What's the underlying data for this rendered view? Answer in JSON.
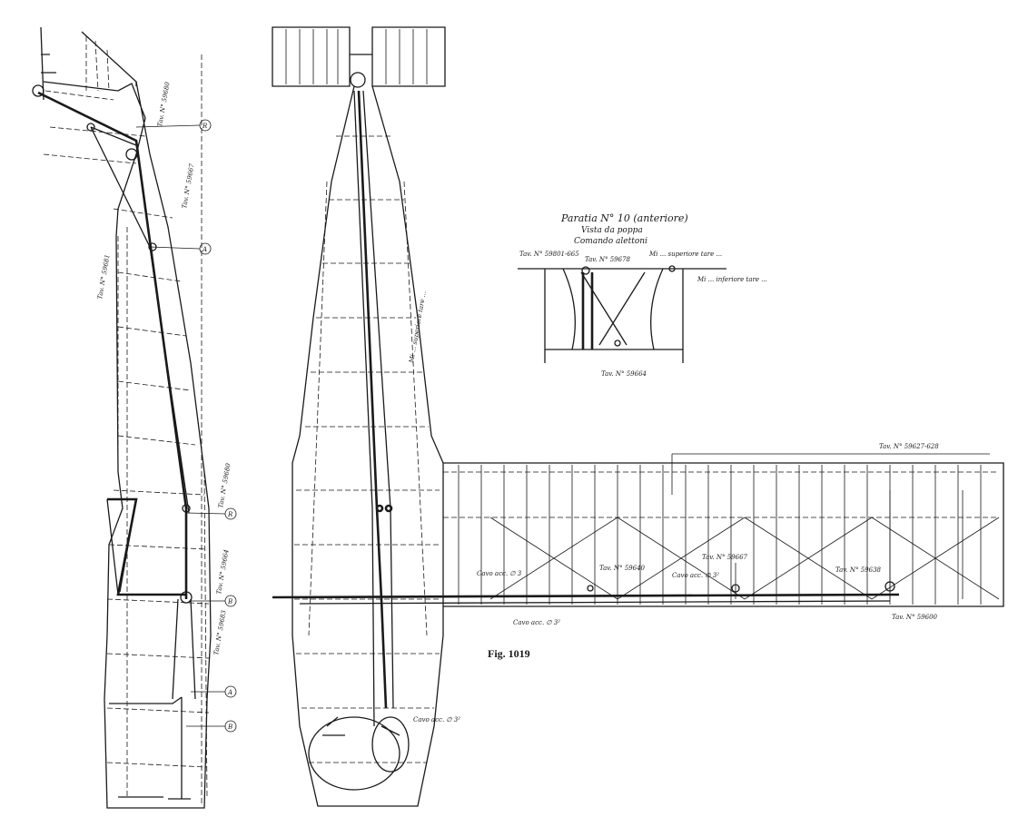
{
  "figure_label": "Fig. 1019",
  "detail": {
    "title": "Paratia N° 10 (anteriore)",
    "subtitle": "Vista da poppa",
    "subtitle2": "Comando alettoni",
    "callouts": [
      "Tav. N° 59801-665",
      "Tav. N° 59678",
      "Tav. N° 59664"
    ],
    "notes": [
      "Mi ... superiore tare ...",
      "Mi ... inferiore tare ..."
    ]
  },
  "side_view": {
    "callouts": [
      "Tav. N° 59680",
      "Tav. N° 59667",
      "Tav. N° 59681",
      "Tav. N° 59680",
      "Tav. N° 59664",
      "Tav. N° 59683"
    ],
    "balloons": [
      "R",
      "A",
      "R",
      "B",
      "A",
      "B"
    ]
  },
  "plan_view": {
    "notes": [
      "Mi ... superiore tare ...",
      "Cavo acc. ∅ 3²"
    ]
  },
  "wing": {
    "callouts": [
      "Tav. N° 59627-628",
      "Tav. N° 59640",
      "Tav. N° 59667",
      "Tav. N° 59638",
      "Tav. N° 59600"
    ],
    "cable_notes": [
      "Cavo acc. ∅ 3",
      "Cavo acc. ∅ 3²",
      "Cavo acc. ∅ 3²"
    ]
  }
}
